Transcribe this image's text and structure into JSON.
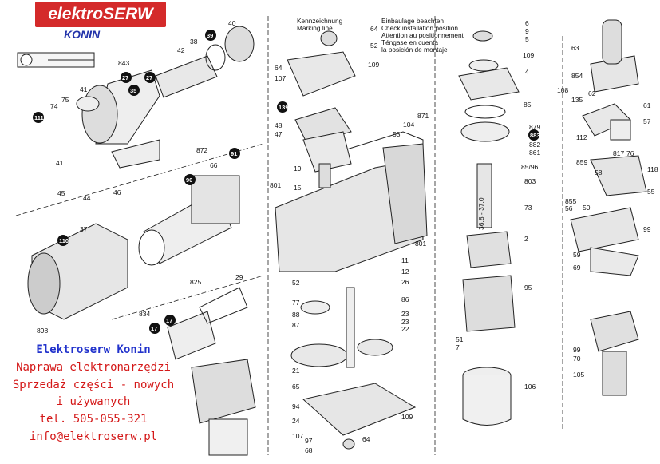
{
  "logo": {
    "brand": "elektroSERW",
    "city": "KONIN"
  },
  "ad_lines": [
    "Elektroserw Konin",
    "Naprawa elektronarzędzi",
    "Sprzedaż części - nowych",
    "i używanych",
    "tel. 505-055-321",
    "info@elektroserw.pl"
  ],
  "diagram": {
    "kennzeichnung": [
      "Kennzeichnung",
      "Marking line"
    ],
    "header_lines": [
      "Einbaulage beachten",
      "Check installation position",
      "Attention au positionnement",
      "Téngase en cuenta",
      "la posición de montaje"
    ],
    "dimension": "36,8 - 37,0",
    "labels": [
      "40",
      "39",
      "38",
      "42",
      "843",
      "27",
      "27",
      "35",
      "41",
      "75",
      "74",
      "111",
      "41",
      "45",
      "46",
      "44",
      "872",
      "91",
      "66",
      "90",
      "37",
      "110",
      "825",
      "29",
      "834",
      "17",
      "17",
      "898",
      "64",
      "52",
      "109",
      "64",
      "107",
      "139",
      "48",
      "47",
      "53",
      "104",
      "871",
      "19",
      "15",
      "801",
      "801",
      "11",
      "12",
      "26",
      "86",
      "52",
      "77",
      "88",
      "87",
      "23",
      "23",
      "22",
      "21",
      "65",
      "94",
      "24",
      "109",
      "107",
      "97",
      "68",
      "64",
      "6",
      "9",
      "5",
      "109",
      "4",
      "85",
      "879",
      "883",
      "882",
      "861",
      "85/96",
      "803",
      "73",
      "2",
      "95",
      "51",
      "7",
      "106",
      "63",
      "854",
      "108",
      "135",
      "62",
      "61",
      "57",
      "112",
      "859",
      "817",
      "76",
      "58",
      "118",
      "55",
      "855",
      "56",
      "50",
      "99",
      "59",
      "69",
      "99",
      "70",
      "105"
    ],
    "circled_labels": [
      "39",
      "27",
      "27",
      "35",
      "111",
      "91",
      "90",
      "110",
      "17",
      "17",
      "139",
      "883"
    ]
  }
}
